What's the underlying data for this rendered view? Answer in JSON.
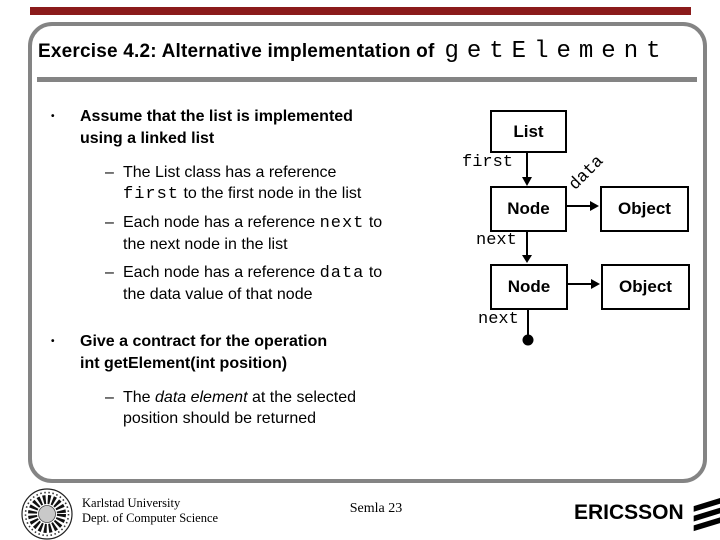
{
  "slide": {
    "title": {
      "main": "Exercise 4.2: Alternative implementation of",
      "code": "getElement"
    }
  },
  "markers": {
    "level1": "•",
    "level2": "–"
  },
  "bullets": [
    {
      "level": 1,
      "gap": false,
      "lines": [
        [
          {
            "t": "Assume that the list is implemented",
            "s": "b"
          }
        ],
        [
          {
            "t": "using a linked list",
            "s": "b"
          }
        ]
      ]
    },
    {
      "level": 2,
      "gap": false,
      "lines": [
        [
          {
            "t": "The List class has a reference",
            "s": ""
          }
        ],
        [
          {
            "t": "first",
            "s": "m"
          },
          {
            "t": " to the first node in the list",
            "s": ""
          }
        ]
      ]
    },
    {
      "level": 2,
      "gap": false,
      "lines": [
        [
          {
            "t": "Each node has a reference ",
            "s": ""
          },
          {
            "t": "next",
            "s": "m"
          },
          {
            "t": " to",
            "s": ""
          }
        ],
        [
          {
            "t": "the next node in the list",
            "s": ""
          }
        ]
      ]
    },
    {
      "level": 2,
      "gap": false,
      "lines": [
        [
          {
            "t": "Each node has a reference ",
            "s": ""
          },
          {
            "t": "data",
            "s": "m"
          },
          {
            "t": " to",
            "s": ""
          }
        ],
        [
          {
            "t": "the data value of that node",
            "s": ""
          }
        ]
      ]
    },
    {
      "level": 1,
      "gap": true,
      "lines": [
        [
          {
            "t": "Give a contract for the operation",
            "s": "b"
          }
        ],
        [
          {
            "t": "int getElement(int position)",
            "s": "b"
          }
        ]
      ]
    },
    {
      "level": 2,
      "gap": false,
      "lines": [
        [
          {
            "t": "The ",
            "s": ""
          },
          {
            "t": "data element",
            "s": "i"
          },
          {
            "t": " at the selected",
            "s": ""
          }
        ],
        [
          {
            "t": "position should be returned",
            "s": ""
          }
        ]
      ]
    }
  ],
  "diagram": {
    "boxes": [
      {
        "label": "List"
      },
      {
        "label": "Node"
      },
      {
        "label": "Object"
      },
      {
        "label": "Node"
      },
      {
        "label": "Object"
      }
    ],
    "labels": [
      {
        "text": "first"
      },
      {
        "text": "data"
      },
      {
        "text": "next"
      },
      {
        "text": "next"
      }
    ]
  },
  "footer": {
    "org_line1": "Karlstad University",
    "org_line2": "Dept. of Computer Science",
    "slide_label": "Semla 23",
    "brand": "ERICSSON"
  },
  "colors": {
    "top_bar": "#8B1B1B",
    "frame_gray": "#848484",
    "rule_gray": "#848484",
    "box_border": "#000000",
    "seal_center": "#c9c9c9"
  }
}
